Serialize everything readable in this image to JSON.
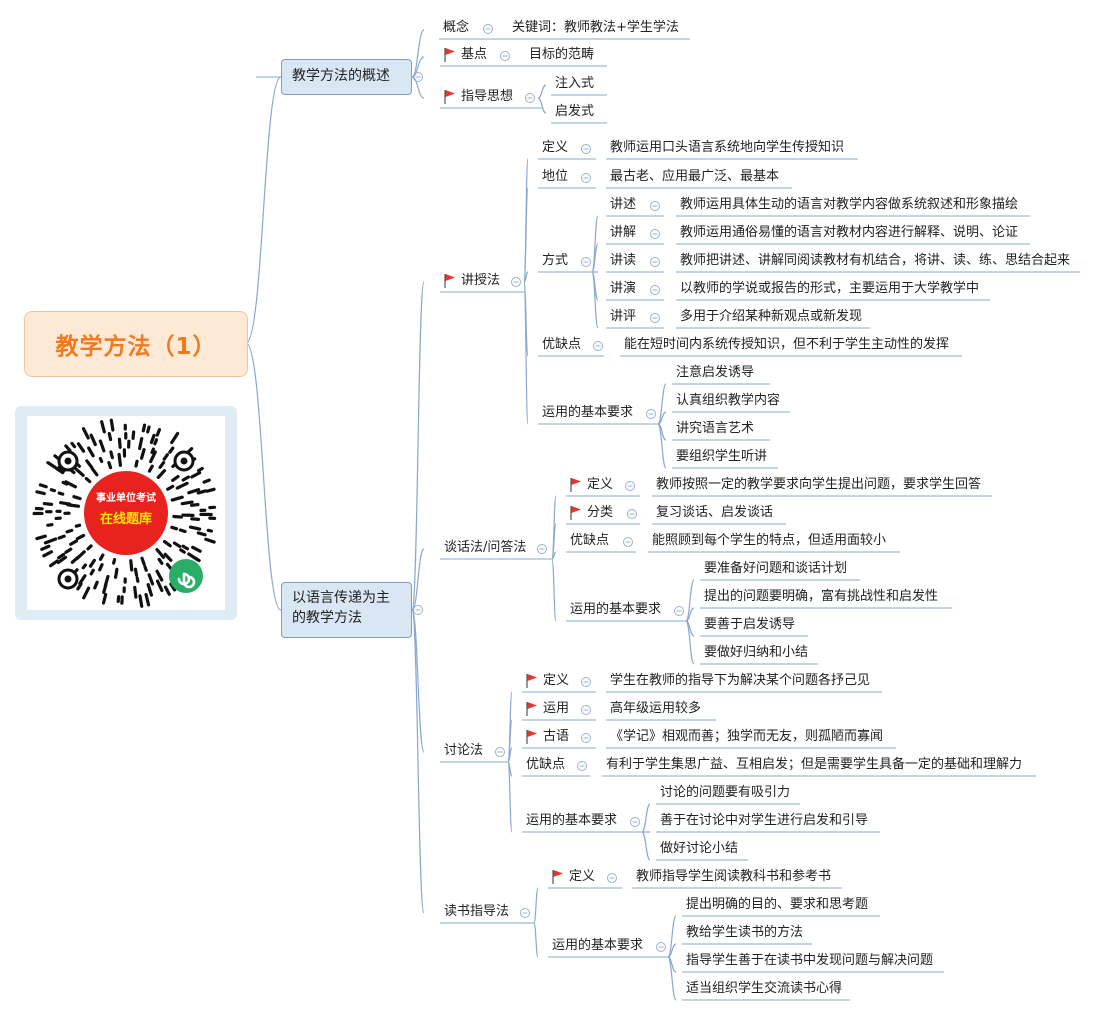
{
  "root": {
    "title": "教学方法（1）"
  },
  "qr_badge": {
    "line1": "事业单位考试",
    "line2": "在线题库"
  },
  "colors": {
    "line": "#8aa8cf",
    "root_text": "#f07a1c",
    "root_bg": "#fde9d6",
    "l1_bg": "#d9e6f4",
    "flag": "#e0392f",
    "badge_red": "#e8231f",
    "badge_yellow": "#ffe600",
    "wechat_green": "#2aae67"
  },
  "branches": {
    "overview": {
      "title": "教学方法的概述",
      "concept": {
        "label": "概念",
        "value": "关键词：教师教法+学生学法"
      },
      "basis": {
        "label": "基点",
        "value": "目标的范畴"
      },
      "guiding": {
        "label": "指导思想",
        "items": [
          "注入式",
          "启发式"
        ]
      }
    },
    "language": {
      "title_line1": "以语言传递为主",
      "title_line2": "的教学方法",
      "lecture": {
        "title": "讲授法",
        "definition": {
          "label": "定义",
          "value": "教师运用口头语言系统地向学生传授知识"
        },
        "status": {
          "label": "地位",
          "value": "最古老、应用最广泛、最基本"
        },
        "modes": {
          "label": "方式",
          "items": [
            {
              "label": "讲述",
              "value": "教师运用具体生动的语言对教学内容做系统叙述和形象描绘"
            },
            {
              "label": "讲解",
              "value": "教师运用通俗易懂的语言对教材内容进行解释、说明、论证"
            },
            {
              "label": "讲读",
              "value": "教师把讲述、讲解同阅读教材有机结合，将讲、读、练、思结合起来"
            },
            {
              "label": "讲演",
              "value": "以教师的学说或报告的形式，主要运用于大学教学中"
            },
            {
              "label": "讲评",
              "value": "多用于介绍某种新观点或新发现"
            }
          ]
        },
        "pros_cons": {
          "label": "优缺点",
          "value": "能在短时间内系统传授知识，但不利于学生主动性的发挥"
        },
        "requirements": {
          "label": "运用的基本要求",
          "items": [
            "注意启发诱导",
            "认真组织教学内容",
            "讲究语言艺术",
            "要组织学生听讲"
          ]
        }
      },
      "talk": {
        "title": "谈话法/问答法",
        "definition": {
          "label": "定义",
          "value": "教师按照一定的教学要求向学生提出问题，要求学生回答"
        },
        "types": {
          "label": "分类",
          "value": "复习谈话、启发谈话"
        },
        "pros_cons": {
          "label": "优缺点",
          "value": "能照顾到每个学生的特点，但适用面较小"
        },
        "requirements": {
          "label": "运用的基本要求",
          "items": [
            "要准备好问题和谈话计划",
            "提出的问题要明确，富有挑战性和启发性",
            "要善于启发诱导",
            "要做好归纳和小结"
          ]
        }
      },
      "discussion": {
        "title": "讨论法",
        "definition": {
          "label": "定义",
          "value": "学生在教师的指导下为解决某个问题各抒己见"
        },
        "usage": {
          "label": "运用",
          "value": "高年级运用较多"
        },
        "ancient": {
          "label": "古语",
          "value": "《学记》相观而善；独学而无友，则孤陋而寡闻"
        },
        "pros_cons": {
          "label": "优缺点",
          "value": "有利于学生集思广益、互相启发；但是需要学生具备一定的基础和理解力"
        },
        "requirements": {
          "label": "运用的基本要求",
          "items": [
            "讨论的问题要有吸引力",
            "善于在讨论中对学生进行启发和引导",
            "做好讨论小结"
          ]
        }
      },
      "reading": {
        "title": "读书指导法",
        "definition": {
          "label": "定义",
          "value": "教师指导学生阅读教科书和参考书"
        },
        "requirements": {
          "label": "运用的基本要求",
          "items": [
            "提出明确的目的、要求和思考题",
            "教给学生读书的方法",
            "指导学生善于在读书中发现问题与解决问题",
            "适当组织学生交流读书心得"
          ]
        }
      }
    }
  }
}
